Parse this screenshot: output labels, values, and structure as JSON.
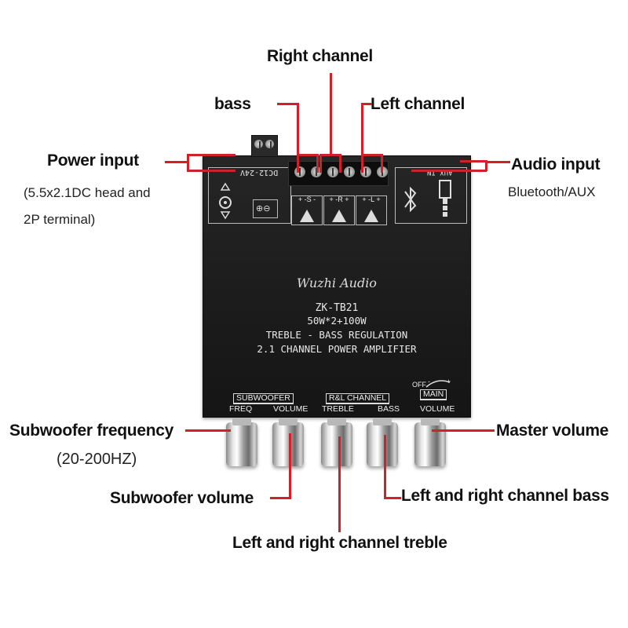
{
  "callouts": {
    "right_channel": "Right channel",
    "bass": "bass",
    "left_channel": "Left channel",
    "power_input": "Power input",
    "power_input_note1": "(5.5x2.1DC head and",
    "power_input_note2": "2P terminal)",
    "audio_input": "Audio input",
    "audio_input_note": "Bluetooth/AUX",
    "sub_freq": "Subwoofer frequency",
    "sub_freq_note": "(20-200HZ)",
    "sub_volume": "Subwoofer volume",
    "treble": "Left and right channel treble",
    "lr_bass": "Left and right channel bass",
    "master_volume": "Master volume"
  },
  "board": {
    "brand": "Wuzhi Audio",
    "model": "ZK-TB21",
    "power": "50W*2+100W",
    "feature": "TREBLE - BASS REGULATION",
    "type": "2.1 CHANNEL POWER AMPLIFIER",
    "dc_label": "DC12-24V",
    "aux_label": "AUX IN",
    "spk_sub": "+ -S -",
    "spk_right": "+ -R +",
    "spk_left": "+ -L +",
    "off_label": "OFF",
    "group_subwoofer": "SUBWOOFER",
    "group_rl": "R&L CHANNEL",
    "group_main": "MAIN",
    "knob_labels": [
      "FREQ",
      "VOLUME",
      "TREBLE",
      "BASS",
      "VOLUME"
    ]
  },
  "colors": {
    "callout_line": "#d0202a",
    "board": "#1c1c1c"
  },
  "icons": [
    "bluetooth-icon",
    "aux-jack-icon",
    "dc-jack-icon",
    "speaker-icon"
  ]
}
